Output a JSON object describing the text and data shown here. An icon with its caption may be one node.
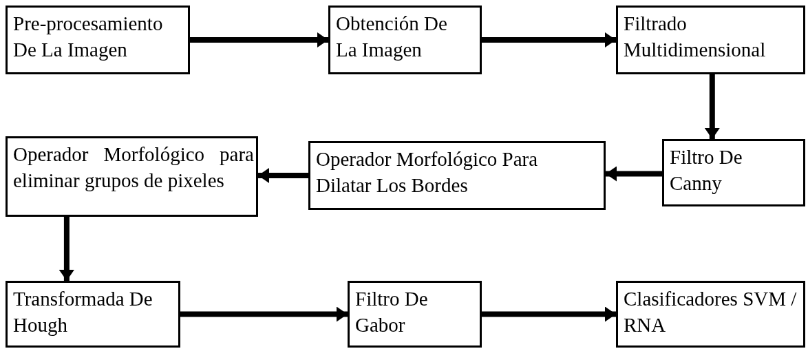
{
  "diagram": {
    "nodes": [
      {
        "text": [
          "Pre-procesamiento De La Imagen"
        ]
      },
      {
        "text": [
          "Obtención De La Imagen"
        ]
      },
      {
        "text": [
          "Filtrado Multidimensional"
        ]
      },
      {
        "text": [
          "Filtro De Canny"
        ]
      },
      {
        "text": [
          "Operador Morfológico Para Dilatar Los Bordes"
        ]
      },
      {
        "text": [
          "Operador Morfológico para eliminar grupos de pixeles"
        ]
      },
      {
        "text": [
          "Transformada De Hough"
        ]
      },
      {
        "text": [
          "Filtro De Gabor"
        ]
      },
      {
        "text": [
          "Clasificadores SVM / RNA"
        ]
      }
    ],
    "edges": [
      {
        "from": 0,
        "to": 1,
        "arrow": "to"
      },
      {
        "from": 1,
        "to": 2,
        "arrow": "to"
      },
      {
        "from": 2,
        "to": 3,
        "arrow": "to"
      },
      {
        "from": 3,
        "to": 4,
        "arrow": "to"
      },
      {
        "from": 4,
        "to": 5,
        "arrow": "to"
      },
      {
        "from": 5,
        "to": 6,
        "arrow": "to"
      },
      {
        "from": 6,
        "to": 7,
        "arrow": "to"
      },
      {
        "from": 7,
        "to": 8,
        "arrow": "to"
      }
    ]
  }
}
